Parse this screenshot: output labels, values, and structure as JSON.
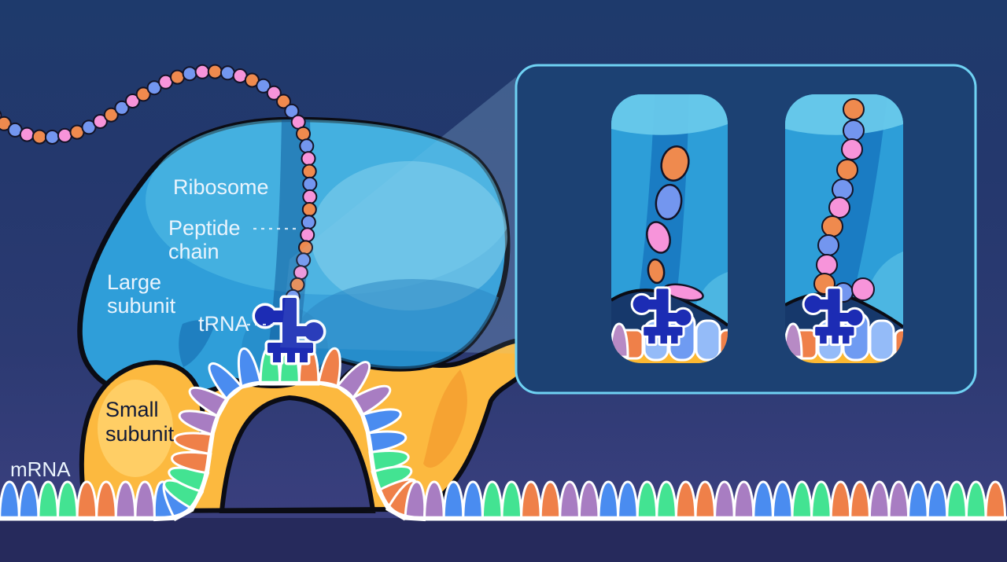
{
  "labels": {
    "ribosome": "Ribosome",
    "peptide_chain": [
      "Peptide",
      "chain"
    ],
    "large_subunit": [
      "Large",
      "subunit"
    ],
    "trna": "tRNA",
    "small_subunit": [
      "Small",
      "subunit"
    ],
    "mrna": "mRNA"
  },
  "icons": {
    "trna_main": "trna-icon",
    "trna_inset_left": "trna-icon",
    "trna_inset_right": "trna-icon"
  },
  "colors": {
    "background_top": "#1e3a6c",
    "background_upper": "#24386d",
    "background_mid": "#2c3a72",
    "background_low": "#3a3f7e",
    "background_bottom_band": "#262a5c",
    "beam": "#a6d8f7",
    "panel_fill": "#1c4173",
    "panel_border": "#6fd2f3",
    "tube_bg": "#2d9ed8",
    "tube_tunnel": "#1a7cc3",
    "tube_cap": "#68c9eb",
    "tube_hill_dark": "#16386b",
    "tube_hill_light": "#4cb6e2",
    "tube_yellow": "#fcb832",
    "tube_orange_block": "#ef8049",
    "tube_bump_blue": "#6f9bf2",
    "tube_bump_blue_light": "#94bbf8",
    "tube_bump_purple": "#b78ac5",
    "large_subunit_base": "#2f9ed9",
    "large_subunit_light": "#56bfe6",
    "large_subunit_lighter": "#8bd3ee",
    "large_subunit_dark": "#1f7fc0",
    "tunnel_color": "#135c9c",
    "small_subunit_yellow": "#fcb93f",
    "small_subunit_light": "#ffd36f",
    "small_subunit_shade": "#f49a2e",
    "outline_dark": "#0b0c14",
    "trna_blue": "#1c2cb4",
    "bead_pink": "#f794da",
    "bead_orange": "#ef8a4e",
    "bead_blue": "#7396ef",
    "bead_outline": "#131326",
    "mrna_bump_blue": "#4a8cf0",
    "mrna_bump_green": "#43e392",
    "mrna_bump_orange": "#ef8049",
    "mrna_bump_purple": "#a87dc2",
    "mrna_line": "#ffffff",
    "label_light": "#eaf4fd",
    "label_dark": "#111a38"
  },
  "peptide_chain": {
    "bead_cycle": [
      "bead_pink",
      "bead_orange",
      "bead_blue"
    ],
    "bead_radius": 8.5,
    "bead_spacing": 16.2
  },
  "mrna": {
    "bump_cycle": [
      "mrna_bump_blue",
      "mrna_bump_green",
      "mrna_bump_orange",
      "mrna_bump_purple"
    ],
    "bump_spacing": 24.6,
    "pair_repeat": 2
  }
}
